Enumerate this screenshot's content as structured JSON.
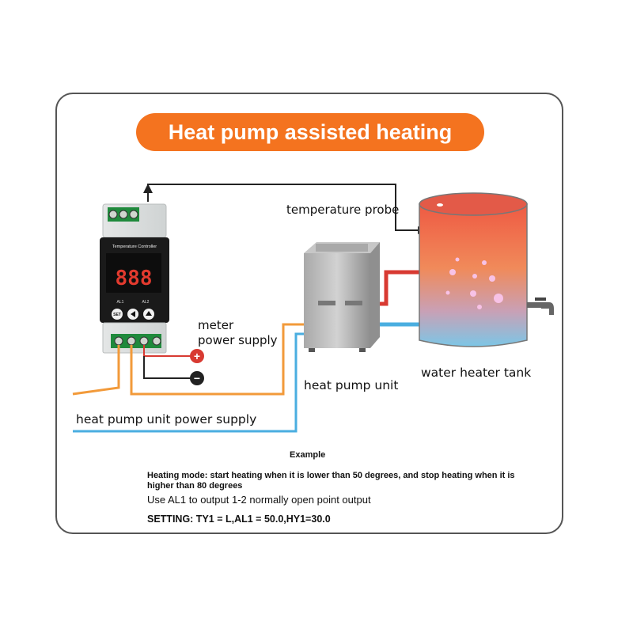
{
  "title": "Heat pump assisted heating",
  "labels": {
    "temperature_probe": "temperature probe",
    "meter_power_supply_line1": "meter",
    "meter_power_supply_line2": "power supply",
    "heat_pump_unit": "heat pump unit",
    "water_heater_tank": "water heater tank",
    "heat_pump_unit_power_supply": "heat pump unit power supply"
  },
  "controller": {
    "header": "Temperature Controller",
    "display": "888",
    "al1_label": "AL1",
    "al2_label": "AL2",
    "set_button": "SET"
  },
  "terminals": {
    "plus": "+",
    "minus": "−"
  },
  "example": {
    "heading": "Example",
    "heating_mode": "Heating mode: start heating when it is lower than 50 degrees, and stop heating when it is higher than 80 degrees",
    "al1_output": "Use AL1 to output 1-2 normally open point output",
    "setting": "SETTING: TY1 = L,AL1 = 50.0,HY1=30.0"
  },
  "colors": {
    "accent_orange": "#f4731f",
    "wire_orange": "#f29a3a",
    "wire_blue": "#4aaee0",
    "wire_red": "#d83a32",
    "tank_top": "#f0634a",
    "tank_bottom": "#7cc6e6"
  }
}
